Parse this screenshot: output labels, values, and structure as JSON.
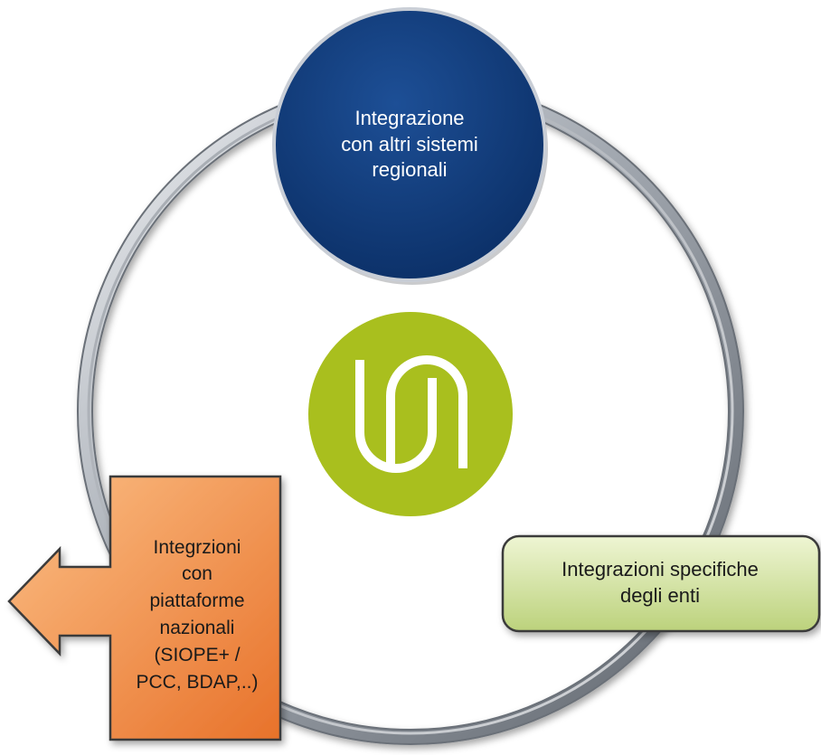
{
  "diagram": {
    "colors": {
      "ring_gradient": [
        "#e4e6ea",
        "#9aa0a8",
        "#6c727a"
      ],
      "top_node_fill": "#0f3a78",
      "top_node_border": "#c9ced6",
      "right_node_fill": [
        "#e9f2c8",
        "#c4d98a"
      ],
      "right_node_border": "#3a3a3a",
      "left_node_fill": [
        "#f8b57a",
        "#e9782c"
      ],
      "left_node_border": "#3a3a3a",
      "logo_green": "#a9bf1e",
      "logo_stroke": "#ffffff"
    },
    "nodes": {
      "top": {
        "lines": [
          "Integrazione",
          "con altri sistemi",
          "regionali"
        ]
      },
      "right": {
        "lines": [
          "Integrazioni specifiche",
          "degli enti"
        ]
      },
      "left": {
        "lines": [
          "Integrzioni",
          "con",
          "piattaforme",
          "nazionali",
          "(SIOPE+  /",
          "PCC, BDAP,..)"
        ]
      }
    },
    "center_logo": {
      "icon": "u-n-monogram-logo"
    }
  }
}
